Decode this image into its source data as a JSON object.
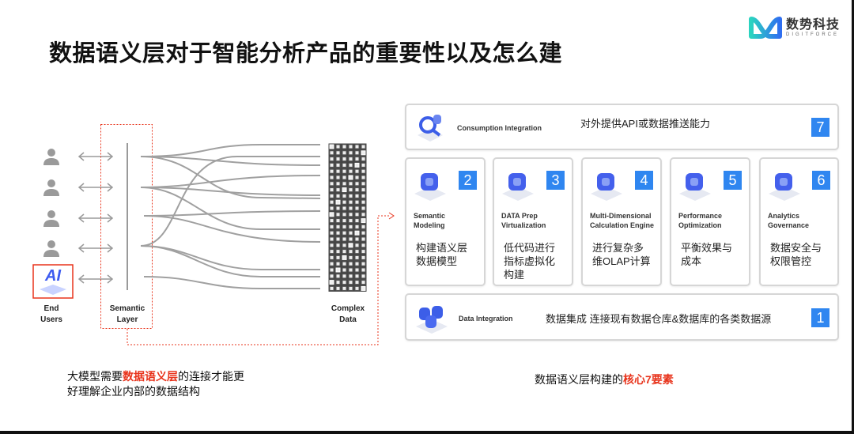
{
  "title": "数据语义层对于智能分析产品的重要性以及怎么建",
  "logo": {
    "cn": "数势科技",
    "en": "DIGITFORCE"
  },
  "diagram": {
    "end_users_label": [
      "End",
      "Users"
    ],
    "semantic_label": [
      "Semantic",
      "Layer"
    ],
    "complex_label": [
      "Complex",
      "Data"
    ],
    "ai_icon_text": "AI"
  },
  "components": {
    "consumption": {
      "en": "Consumption Integration",
      "cn": "对外提供API或数据推送能力",
      "num": "7"
    },
    "cards": [
      {
        "en1": "Semantic",
        "en2": "Modeling",
        "cn": [
          "构建语义层",
          "数据模型"
        ],
        "num": "2",
        "icon": "database-monitor-icon"
      },
      {
        "en1": "DATA Prep",
        "en2": "Virtualization",
        "cn": [
          "低代码进行",
          "指标虚拟化",
          "构建"
        ],
        "num": "3",
        "icon": "cloud-databases-icon"
      },
      {
        "en1": "Multi-Dimensional",
        "en2": "Calculation Engine",
        "cn": [
          "进行复杂多",
          "维OLAP计算"
        ],
        "num": "4",
        "icon": "cubes-icon"
      },
      {
        "en1": "Performance",
        "en2": "Optimization",
        "cn": [
          "平衡效果与",
          "成本"
        ],
        "num": "5",
        "icon": "performance-icon"
      },
      {
        "en1": "Analytics",
        "en2": "Governance",
        "cn": [
          "数据安全与",
          "权限管控"
        ],
        "num": "6",
        "icon": "shield-icon"
      }
    ],
    "integration": {
      "en": "Data Integration",
      "cn": "数据集成 连接现有数据仓库&数据库的各类数据源",
      "num": "1"
    }
  },
  "captions": {
    "left_pre": "大模型需要",
    "left_hl": "数据语义层",
    "left_post": "的连接才能更",
    "left_line2": "好理解企业内部的数据结构",
    "right_pre": "数据语义层构建的",
    "right_hl": "核心7要素"
  },
  "colors": {
    "accent": "#2f86f0",
    "highlight": "#e8341c",
    "line": "#9a9a9a"
  }
}
